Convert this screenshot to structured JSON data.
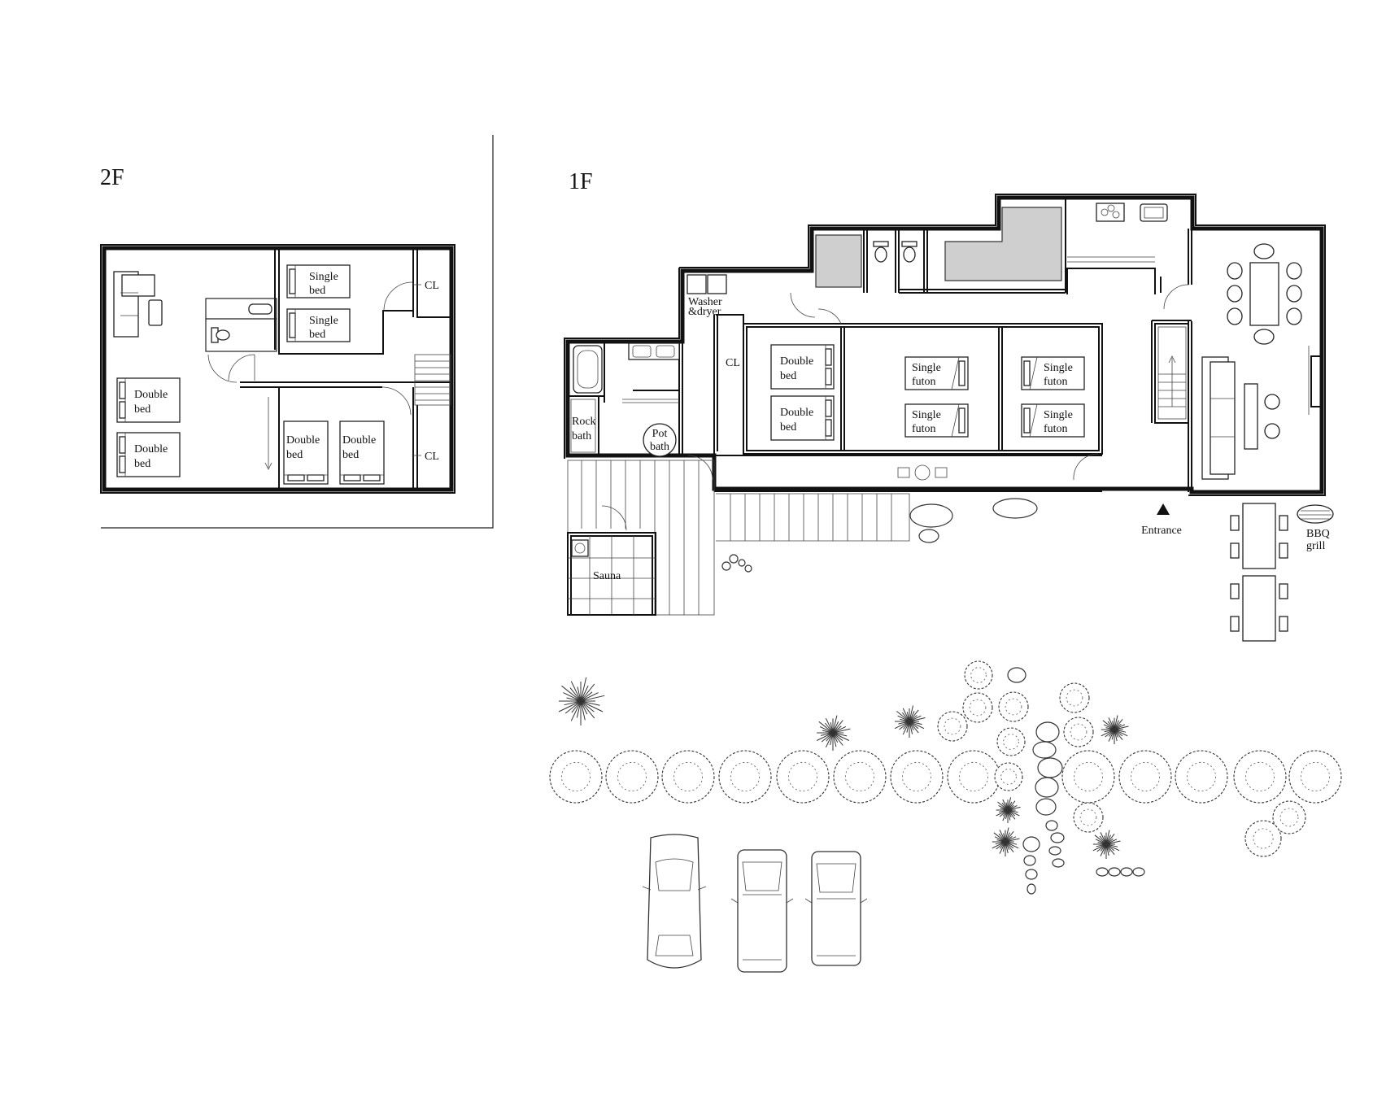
{
  "floors": {
    "second": "2F",
    "first": "1F"
  },
  "labels_2f": {
    "single_bed_1": [
      "Single",
      "bed"
    ],
    "single_bed_2": [
      "Single",
      "bed"
    ],
    "double_bed_1": [
      "Double",
      "bed"
    ],
    "double_bed_2": [
      "Double",
      "bed"
    ],
    "double_bed_3": [
      "Double",
      "bed"
    ],
    "double_bed_4": [
      "Double",
      "bed"
    ],
    "closet_1": "CL",
    "closet_2": "CL"
  },
  "labels_1f": {
    "washer": [
      "Washer",
      "&dryer"
    ],
    "closet": "CL",
    "double_bed_1": [
      "Double",
      "bed"
    ],
    "double_bed_2": [
      "Double",
      "bed"
    ],
    "single_futon_1": [
      "Single",
      "futon"
    ],
    "single_futon_2": [
      "Single",
      "futon"
    ],
    "single_futon_3": [
      "Single",
      "futon"
    ],
    "single_futon_4": [
      "Single",
      "futon"
    ],
    "rock_bath": [
      "Rock",
      "bath"
    ],
    "pot_bath": [
      "Pot",
      "bath"
    ],
    "sauna": "Sauna",
    "entrance": "Entrance",
    "bbq": [
      "BBQ",
      "grill"
    ]
  }
}
